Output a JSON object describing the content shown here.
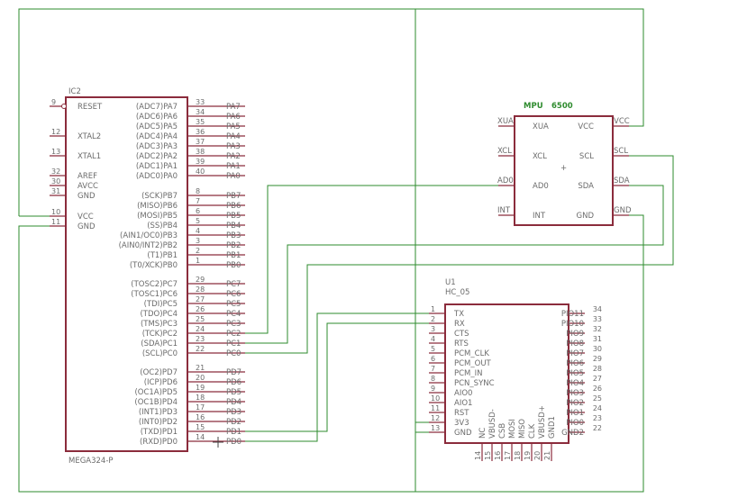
{
  "ic2": {
    "name": "IC2",
    "part": "MEGA324-P",
    "left_pins": [
      {
        "num": "9",
        "label": "RESET"
      },
      {
        "num": "12",
        "label": "XTAL2"
      },
      {
        "num": "13",
        "label": "XTAL1"
      },
      {
        "num": "32",
        "label": "AREF"
      },
      {
        "num": "30",
        "label": "AVCC"
      },
      {
        "num": "31",
        "label": "GND"
      },
      {
        "num": "10",
        "label": "VCC"
      },
      {
        "num": "11",
        "label": "GND"
      }
    ],
    "right_pins": [
      {
        "num": "33",
        "label": "(ADC7)PA7",
        "net": "PA7"
      },
      {
        "num": "34",
        "label": "(ADC6)PA6",
        "net": "PA6"
      },
      {
        "num": "35",
        "label": "(ADC5)PA5",
        "net": "PA5"
      },
      {
        "num": "36",
        "label": "(ADC4)PA4",
        "net": "PA4"
      },
      {
        "num": "37",
        "label": "(ADC3)PA3",
        "net": "PA3"
      },
      {
        "num": "38",
        "label": "(ADC2)PA2",
        "net": "PA2"
      },
      {
        "num": "39",
        "label": "(ADC1)PA1",
        "net": "PA1"
      },
      {
        "num": "40",
        "label": "(ADC0)PA0",
        "net": "PA0"
      },
      {
        "num": "8",
        "label": "(SCK)PB7",
        "net": "PB7"
      },
      {
        "num": "7",
        "label": "(MISO)PB6",
        "net": "PB6"
      },
      {
        "num": "6",
        "label": "(MOSI)PB5",
        "net": "PB5"
      },
      {
        "num": "5",
        "label": "(SS)PB4",
        "net": "PB4"
      },
      {
        "num": "4",
        "label": "(AIN1/OC0)PB3",
        "net": "PB3"
      },
      {
        "num": "3",
        "label": "(AIN0/INT2)PB2",
        "net": "PB2"
      },
      {
        "num": "2",
        "label": "(T1)PB1",
        "net": "PB1"
      },
      {
        "num": "1",
        "label": "(T0/XCK)PB0",
        "net": "PB0"
      },
      {
        "num": "29",
        "label": "(TOSC2)PC7",
        "net": "PC7"
      },
      {
        "num": "28",
        "label": "(TOSC1)PC6",
        "net": "PC6"
      },
      {
        "num": "27",
        "label": "(TDI)PC5",
        "net": "PC5"
      },
      {
        "num": "26",
        "label": "(TDO)PC4",
        "net": "PC4"
      },
      {
        "num": "25",
        "label": "(TMS)PC3",
        "net": "PC3"
      },
      {
        "num": "24",
        "label": "(TCK)PC2",
        "net": "PC2"
      },
      {
        "num": "23",
        "label": "(SDA)PC1",
        "net": "PC1"
      },
      {
        "num": "22",
        "label": "(SCL)PC0",
        "net": "PC0"
      },
      {
        "num": "21",
        "label": "(OC2)PD7",
        "net": "PD7"
      },
      {
        "num": "20",
        "label": "(ICP)PD6",
        "net": "PD6"
      },
      {
        "num": "19",
        "label": "(OC1A)PD5",
        "net": "PD5"
      },
      {
        "num": "18",
        "label": "(OC1B)PD4",
        "net": "PD4"
      },
      {
        "num": "17",
        "label": "(INT1)PD3",
        "net": "PD3"
      },
      {
        "num": "16",
        "label": "(INT0)PD2",
        "net": "PD2"
      },
      {
        "num": "15",
        "label": "(TXD)PD1",
        "net": "PD1"
      },
      {
        "num": "14",
        "label": "(RXD)PD0",
        "net": "PD0"
      }
    ]
  },
  "mpu": {
    "name": "MPU",
    "value": "6500",
    "left_pins": [
      {
        "label": "XUA",
        "net": "XUA"
      },
      {
        "label": "XCL",
        "net": "XCL"
      },
      {
        "label": "AD0",
        "net": "AD0"
      },
      {
        "label": "INT",
        "net": "INT"
      }
    ],
    "right_pins": [
      {
        "label": "VCC",
        "net": "VCC"
      },
      {
        "label": "SCL",
        "net": "SCL"
      },
      {
        "label": "SDA",
        "net": "SDA"
      },
      {
        "label": "GND",
        "net": "GND"
      }
    ]
  },
  "u1": {
    "name": "U1",
    "part": "HC_05",
    "left_pins": [
      {
        "num": "1",
        "label": "TX"
      },
      {
        "num": "2",
        "label": "RX"
      },
      {
        "num": "3",
        "label": "CTS"
      },
      {
        "num": "4",
        "label": "RTS"
      },
      {
        "num": "5",
        "label": "PCM_CLK"
      },
      {
        "num": "6",
        "label": "PCM_OUT"
      },
      {
        "num": "7",
        "label": "PCM_IN"
      },
      {
        "num": "8",
        "label": "PCN_SYNC"
      },
      {
        "num": "9",
        "label": "AIO0"
      },
      {
        "num": "10",
        "label": "AIO1"
      },
      {
        "num": "11",
        "label": "RST"
      },
      {
        "num": "12",
        "label": "3V3"
      },
      {
        "num": "13",
        "label": "GND"
      }
    ],
    "right_pins": [
      {
        "num": "34",
        "label": "PIO11"
      },
      {
        "num": "33",
        "label": "PIO10"
      },
      {
        "num": "32",
        "label": "PIO9"
      },
      {
        "num": "31",
        "label": "PIO8"
      },
      {
        "num": "30",
        "label": "PIO7"
      },
      {
        "num": "29",
        "label": "PIO6"
      },
      {
        "num": "28",
        "label": "PIO5"
      },
      {
        "num": "27",
        "label": "PIO4"
      },
      {
        "num": "26",
        "label": "PIO3"
      },
      {
        "num": "25",
        "label": "PIO2"
      },
      {
        "num": "24",
        "label": "PIO1"
      },
      {
        "num": "23",
        "label": "PIO0"
      },
      {
        "num": "22",
        "label": "GND2"
      }
    ],
    "bottom_pins": [
      {
        "num": "14",
        "label": "NC"
      },
      {
        "num": "15",
        "label": "VBUSD-"
      },
      {
        "num": "16",
        "label": "CSB"
      },
      {
        "num": "17",
        "label": "MOSI"
      },
      {
        "num": "18",
        "label": "MISO"
      },
      {
        "num": "19",
        "label": "CLK"
      },
      {
        "num": "20",
        "label": "VBUSD+"
      },
      {
        "num": "21",
        "label": "GND1"
      }
    ]
  },
  "colors": {
    "component": "#8b2c3c",
    "wire": "#2e8b2e",
    "text": "#6b6b6b",
    "background": "#ffffff"
  }
}
